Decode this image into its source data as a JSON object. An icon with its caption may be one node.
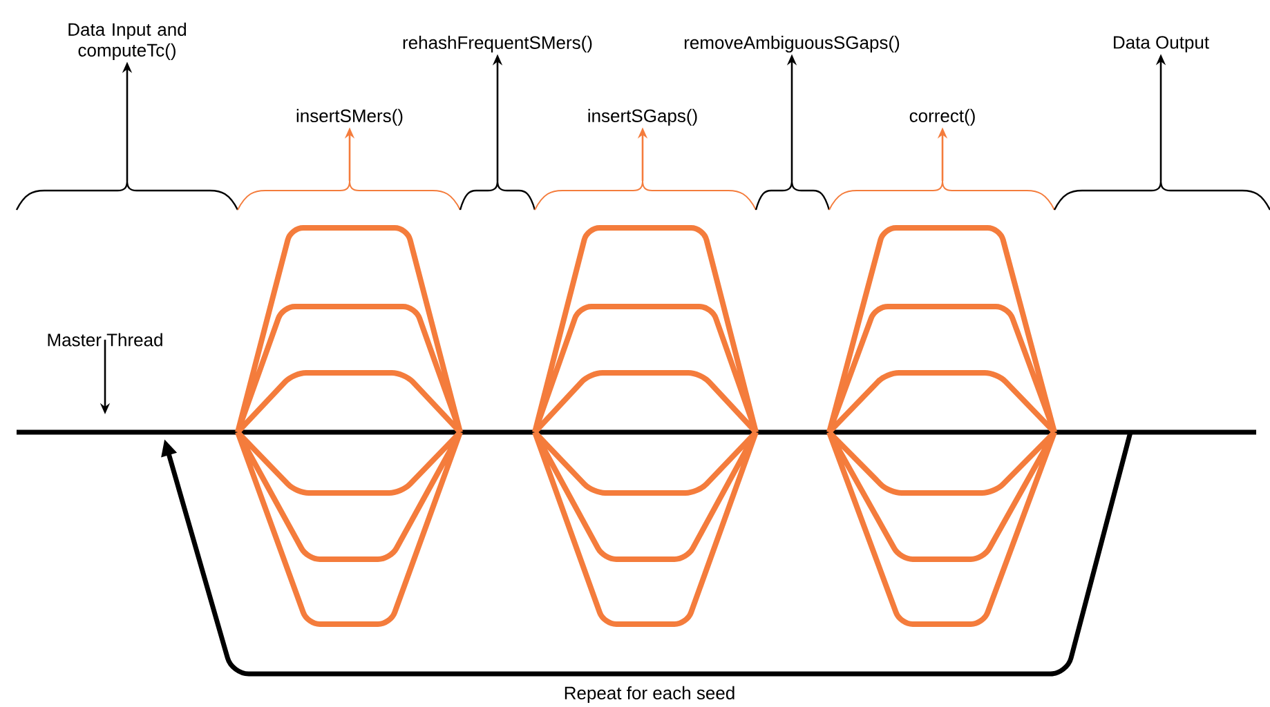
{
  "diagram": {
    "nodes": [
      {
        "text": [
          "Data Input and computeTc()"
        ]
      },
      {
        "text": [
          "insertSMers()"
        ]
      },
      {
        "text": [
          "rehashFrequentSMers()"
        ]
      },
      {
        "text": [
          "insertSGaps()"
        ]
      },
      {
        "text": [
          "removeAmbiguousSGaps()"
        ]
      },
      {
        "text": [
          "correct()"
        ]
      },
      {
        "text": [
          "Data Output"
        ]
      },
      {
        "text": [
          "Master Thread"
        ]
      },
      {
        "text": [],
        "shape": "brace"
      },
      {
        "text": [],
        "shape": "brace"
      },
      {
        "text": [],
        "shape": "brace"
      },
      {
        "text": [],
        "shape": "brace"
      },
      {
        "text": [],
        "shape": "brace"
      },
      {
        "text": [],
        "shape": "brace"
      },
      {
        "text": [],
        "shape": "brace"
      }
    ],
    "edges": [
      {
        "from": 8,
        "to": 0,
        "arrow": "to"
      },
      {
        "from": 9,
        "to": 1,
        "arrow": "to",
        "color": "#f47c3c"
      },
      {
        "from": 10,
        "to": 2,
        "arrow": "to"
      },
      {
        "from": 11,
        "to": 3,
        "arrow": "to",
        "color": "#f47c3c"
      },
      {
        "from": 12,
        "to": 4,
        "arrow": "to"
      },
      {
        "from": 13,
        "to": 5,
        "arrow": "to",
        "color": "#f47c3c"
      },
      {
        "from": 14,
        "to": 6,
        "arrow": "to"
      },
      {
        "from": 7,
        "to": null,
        "arrow": "to"
      }
    ],
    "labels": [
      "Repeat for each seed"
    ]
  }
}
